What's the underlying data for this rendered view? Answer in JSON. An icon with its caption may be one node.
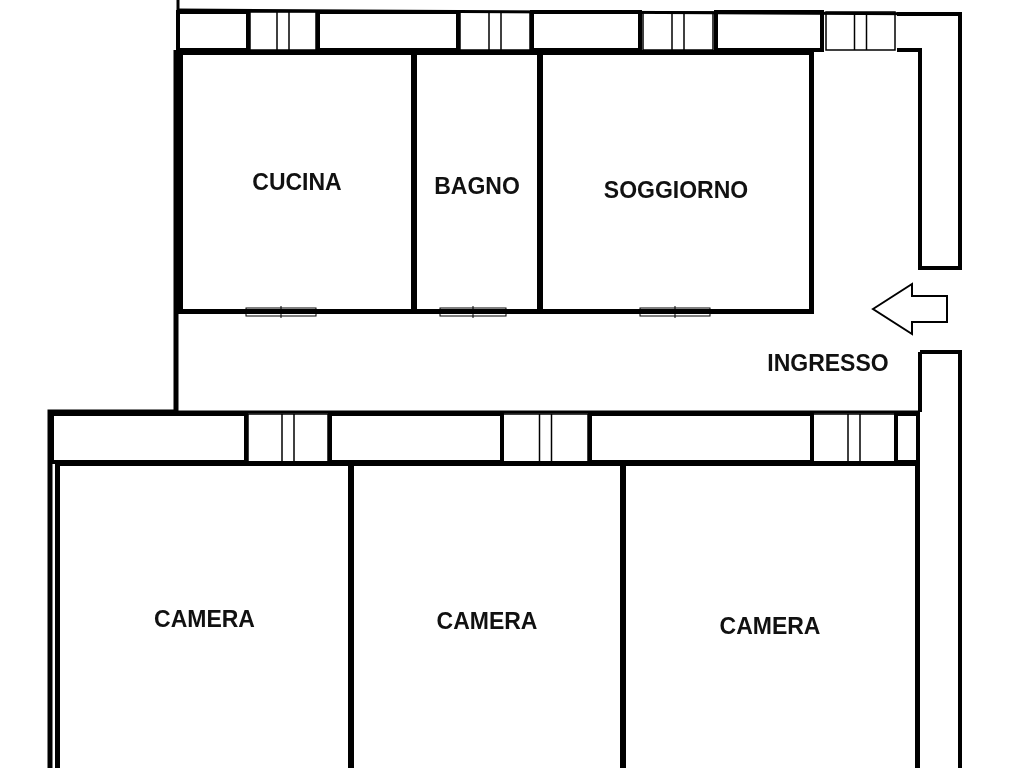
{
  "diagram": {
    "nodes": [
      {
        "text": [
          "CUCINA"
        ]
      },
      {
        "text": [
          "BAGNO"
        ]
      },
      {
        "text": [
          "SOGGIORNO"
        ]
      },
      {
        "text": [
          "INGRESSO"
        ]
      },
      {
        "text": [
          "CAMERA"
        ]
      },
      {
        "text": [
          "CAMERA"
        ]
      },
      {
        "text": [
          "CAMERA"
        ]
      }
    ],
    "edges": []
  }
}
